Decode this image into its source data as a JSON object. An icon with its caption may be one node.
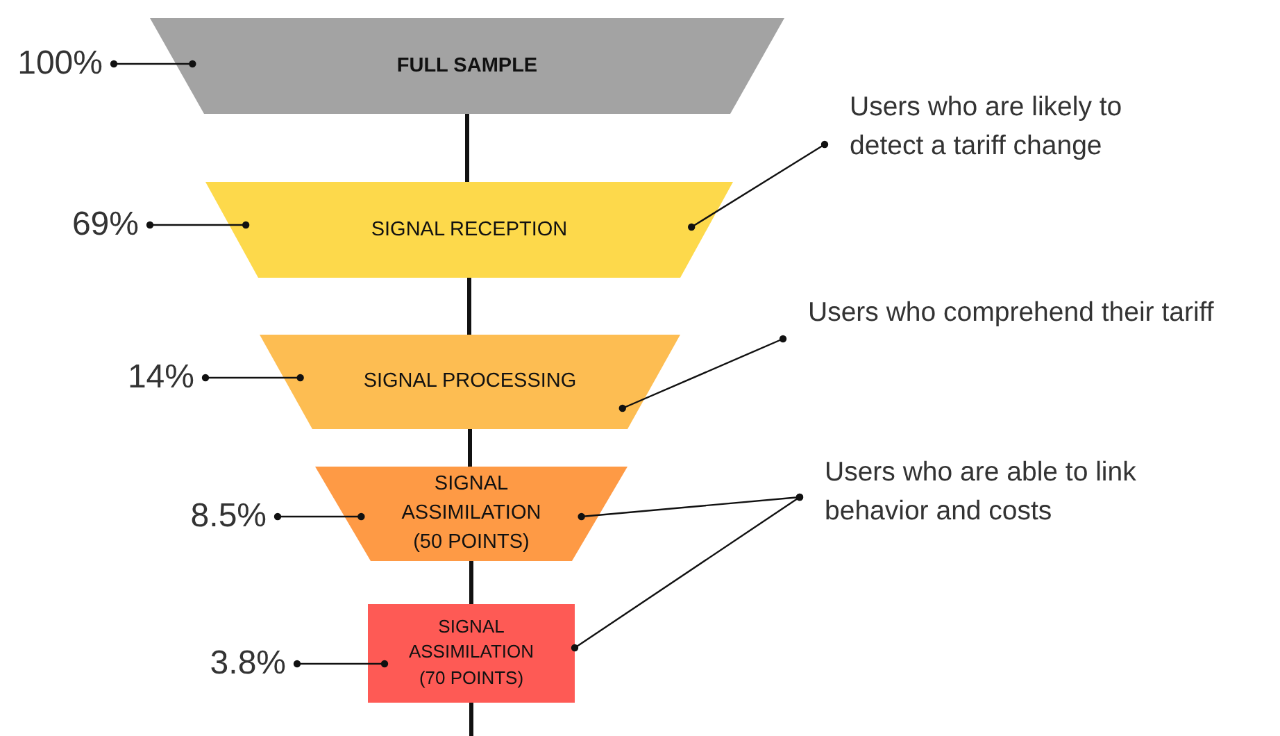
{
  "diagram": {
    "nodes": [
      {
        "text": [
          "FULL SAMPLE"
        ]
      },
      {
        "text": [
          "SIGNAL RECEPTION"
        ]
      },
      {
        "text": [
          "SIGNAL PROCESSING"
        ]
      },
      {
        "text": [
          "SIGNAL ASSIMILATION (50 POINTS)"
        ]
      },
      {
        "text": [
          "SIGNAL ASSIMILATION (70 POINTS)"
        ]
      },
      {
        "text": [
          "100%"
        ]
      },
      {
        "text": [
          "69%"
        ]
      },
      {
        "text": [
          "14%"
        ]
      },
      {
        "text": [
          "8.5%"
        ]
      },
      {
        "text": [
          "3.8%"
        ]
      },
      {
        "text": [
          "Users who are likely to detect a tariff change"
        ]
      },
      {
        "text": [
          "Users who comprehend their tariff"
        ]
      },
      {
        "text": [
          "Users who are able to link behavior and costs"
        ]
      }
    ],
    "edges": [
      {
        "from": 0,
        "to": 1,
        "arrow": "none",
        "style": "thick"
      },
      {
        "from": 1,
        "to": 2,
        "arrow": "none",
        "style": "thick"
      },
      {
        "from": 2,
        "to": 3,
        "arrow": "none",
        "style": "thick"
      },
      {
        "from": 3,
        "to": 4,
        "arrow": "none",
        "style": "thick"
      },
      {
        "from": 4,
        "to": null,
        "arrow": "none",
        "style": "thick"
      },
      {
        "from": 5,
        "to": 0,
        "arrow": "other"
      },
      {
        "from": 6,
        "to": 1,
        "arrow": "other"
      },
      {
        "from": 7,
        "to": 2,
        "arrow": "other"
      },
      {
        "from": 8,
        "to": 3,
        "arrow": "other"
      },
      {
        "from": 9,
        "to": 4,
        "arrow": "other"
      },
      {
        "from": 10,
        "to": 1,
        "arrow": "other"
      },
      {
        "from": 11,
        "to": 2,
        "arrow": "other"
      },
      {
        "from": 12,
        "to": 3,
        "arrow": "other"
      },
      {
        "from": 12,
        "to": 4,
        "arrow": "other"
      }
    ]
  }
}
